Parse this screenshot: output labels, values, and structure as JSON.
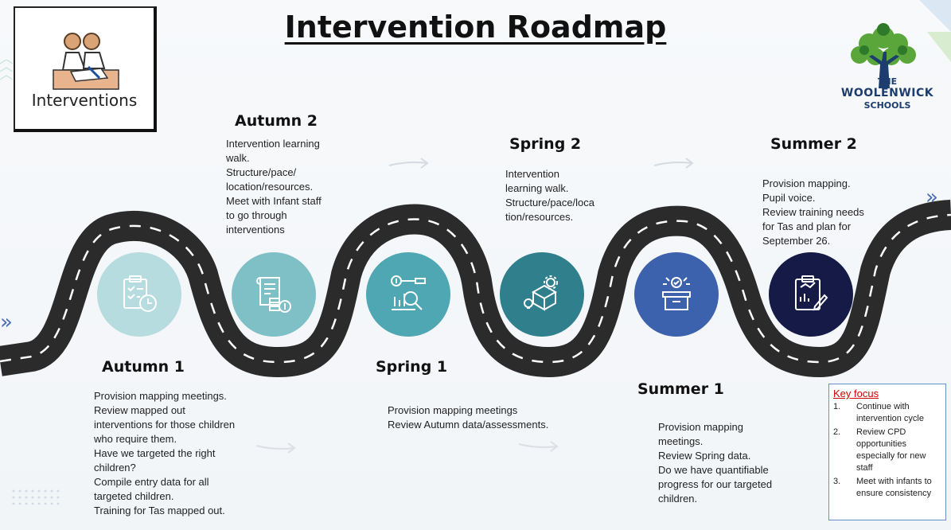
{
  "title": "Intervention Roadmap",
  "logo_label": "Interventions",
  "school": {
    "line1": "THE",
    "line2": "WOOLENWICK",
    "line3": "SCHOOLS"
  },
  "stages": [
    {
      "title": "Autumn 1",
      "text": "Provision mapping meetings.\nReview mapped  out\ninterventions for those children\nwho require them.\nHave we targeted the right\nchildren?\nCompile entry data for all\ntargeted children.\nTraining for Tas mapped out.",
      "icon": "clipboard-clock-icon",
      "color": "#b7dcdf"
    },
    {
      "title": "Autumn 2",
      "text": "Intervention learning\nwalk.\nStructure/pace/\nlocation/resources.\nMeet with Infant staff\nto go through\ninterventions",
      "icon": "document-coins-icon",
      "color": "#7fc0c6"
    },
    {
      "title": "Spring 1",
      "text": "Provision mapping meetings\nReview Autumn data/assessments.",
      "icon": "chart-magnifier-icon",
      "color": "#4ea7b2"
    },
    {
      "title": "Spring 2",
      "text": "Intervention\nlearning walk.\nStructure/pace/loca\ntion/resources.",
      "icon": "box-gear-icon",
      "color": "#2f7f8d"
    },
    {
      "title": "Summer 1",
      "text": "Provision mapping\nmeetings.\nReview Spring data.\nDo we have quantifiable\nprogress for our targeted\nchildren.",
      "icon": "open-box-check-icon",
      "color": "#3d62ad"
    },
    {
      "title": "Summer 2",
      "text": "Provision mapping.\nPupil voice.\nReview training needs\nfor Tas and plan for\nSeptember 26.",
      "icon": "clipboard-chart-icon",
      "color": "#151a47"
    }
  ],
  "key_focus": {
    "title": "Key focus",
    "items": [
      {
        "n": "1.",
        "text": "Continue with intervention cycle"
      },
      {
        "n": "2.",
        "text": "Review CPD opportunities especially for new staff"
      },
      {
        "n": "3.",
        "text": "Meet with infants to ensure consistency"
      }
    ]
  }
}
